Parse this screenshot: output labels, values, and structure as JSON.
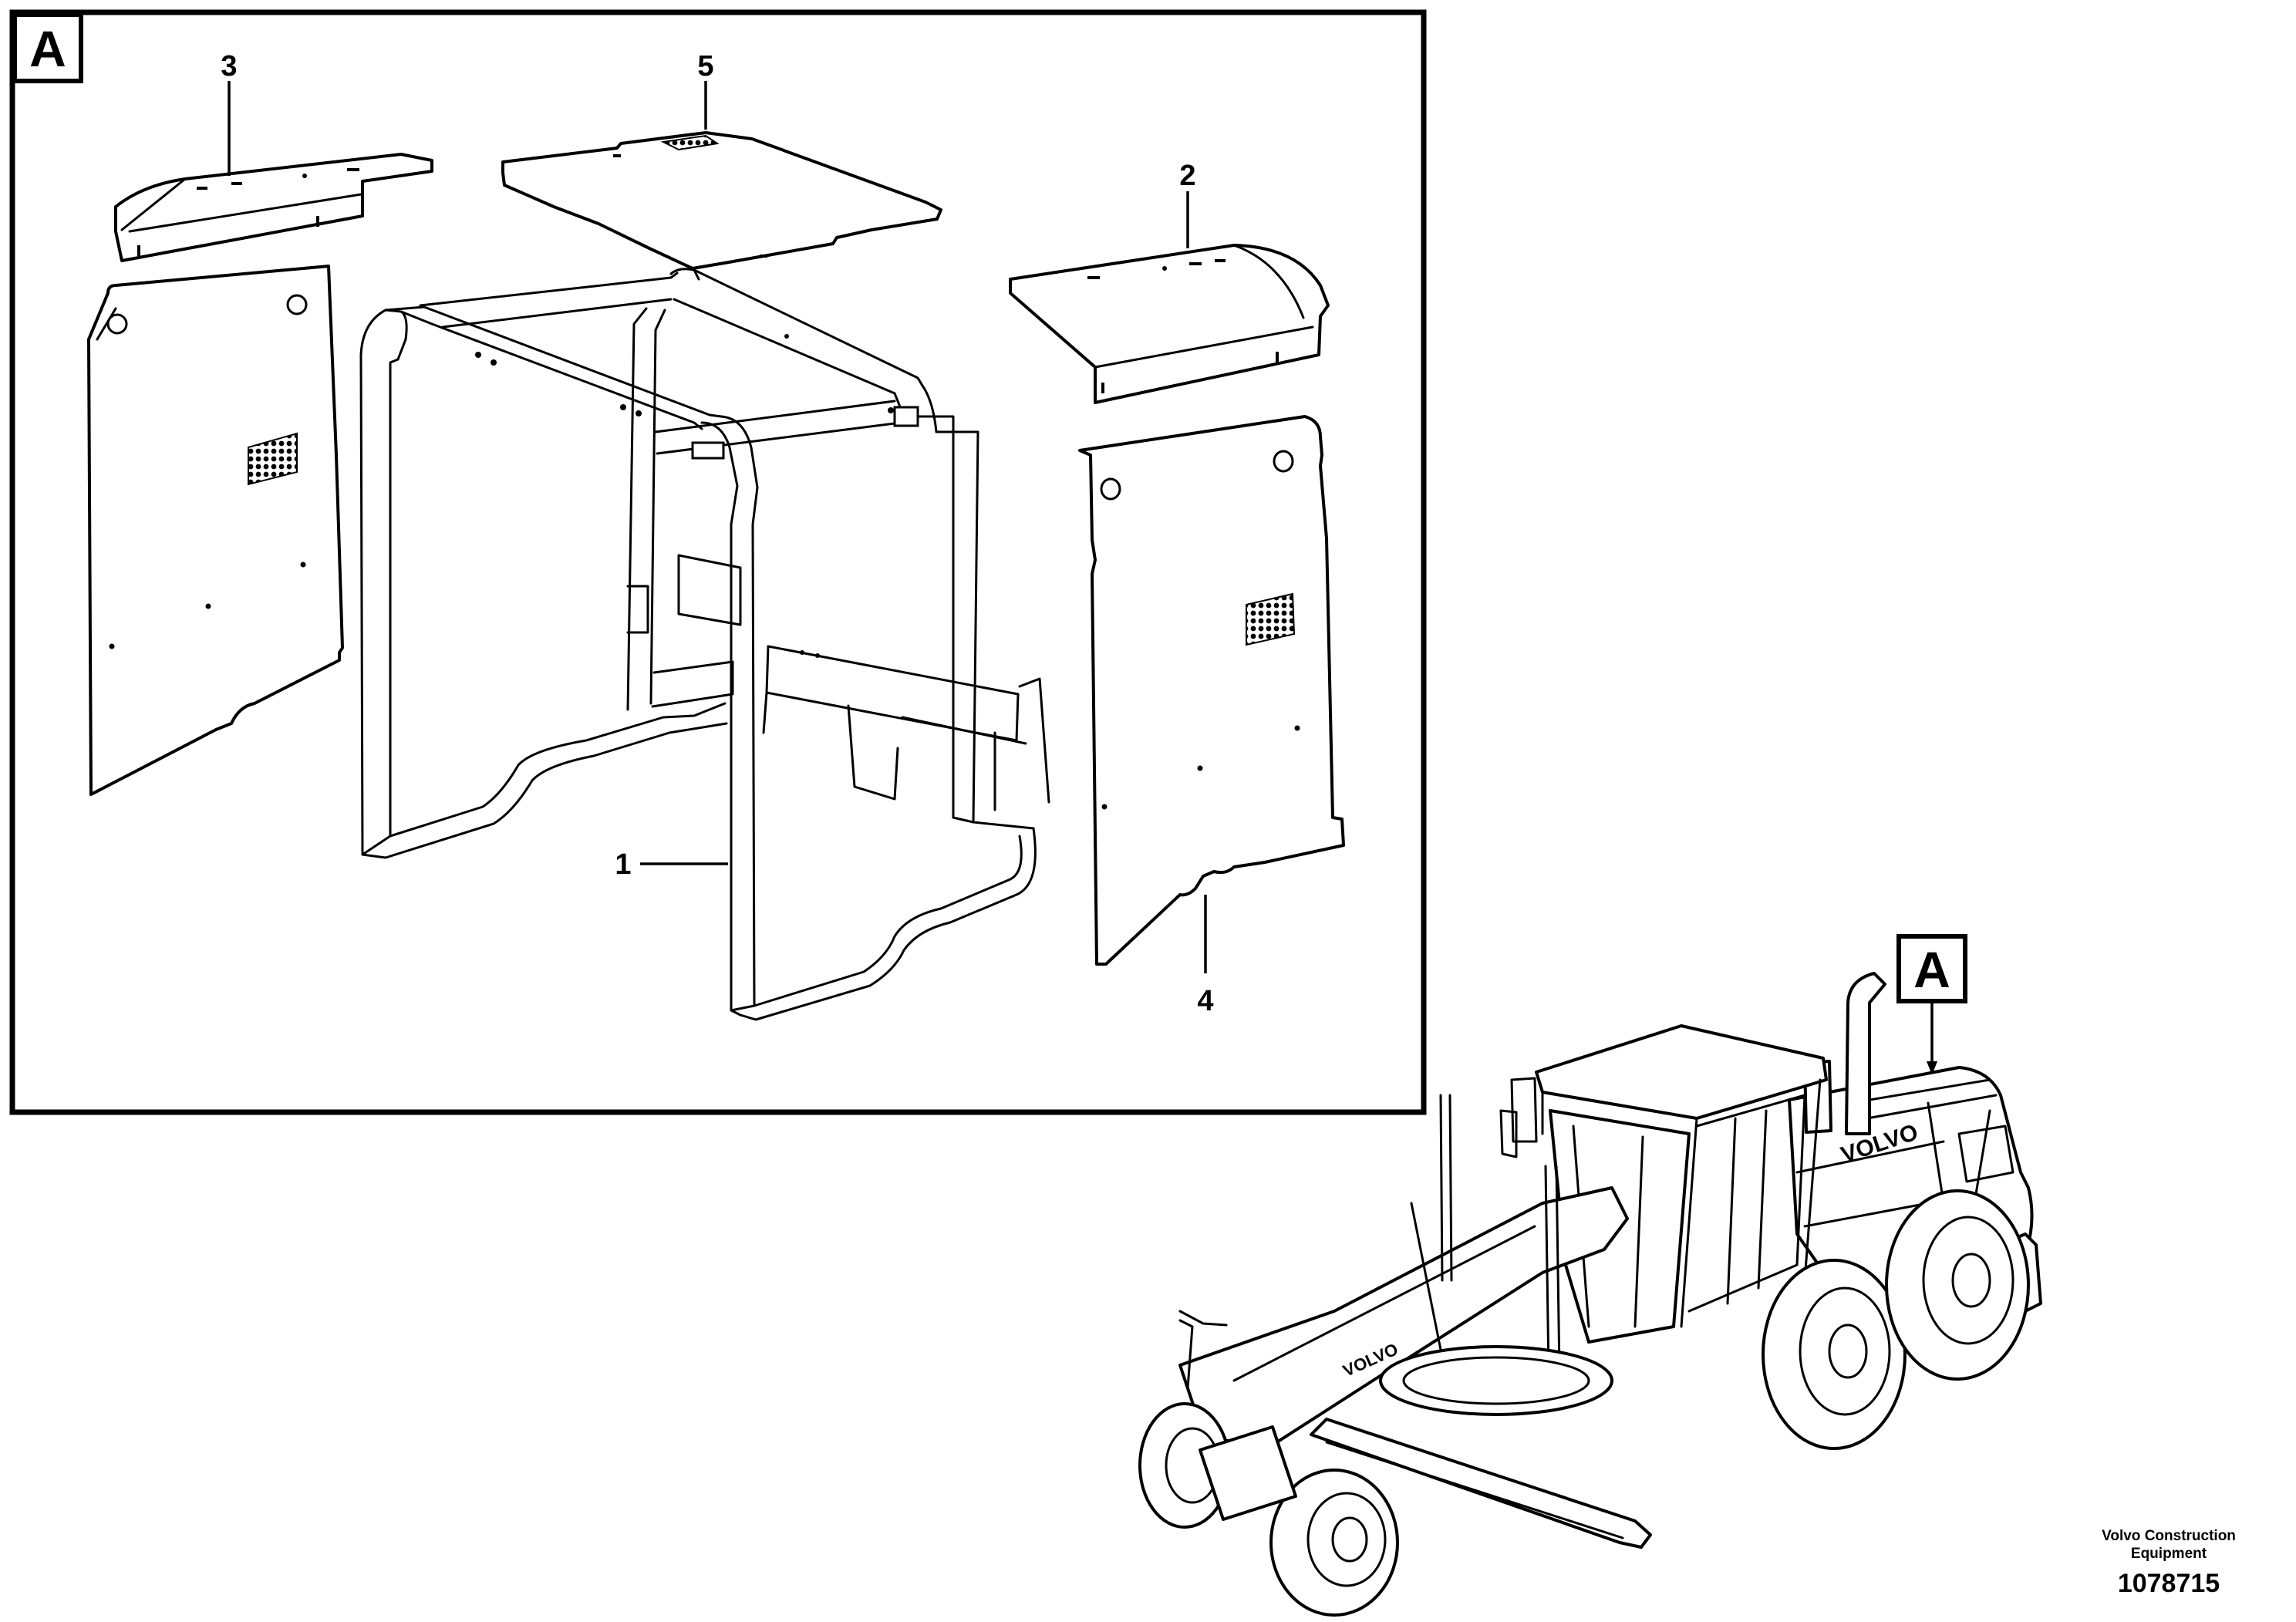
{
  "detail_view": {
    "tag": "A",
    "callouts": [
      "1",
      "2",
      "3",
      "4",
      "5"
    ]
  },
  "overview": {
    "tag": "A",
    "machine_brand_marks": [
      "VOLVO",
      "VOLVO"
    ]
  },
  "credit": {
    "company": "Volvo Construction Equipment",
    "drawing_number": "1078715"
  }
}
